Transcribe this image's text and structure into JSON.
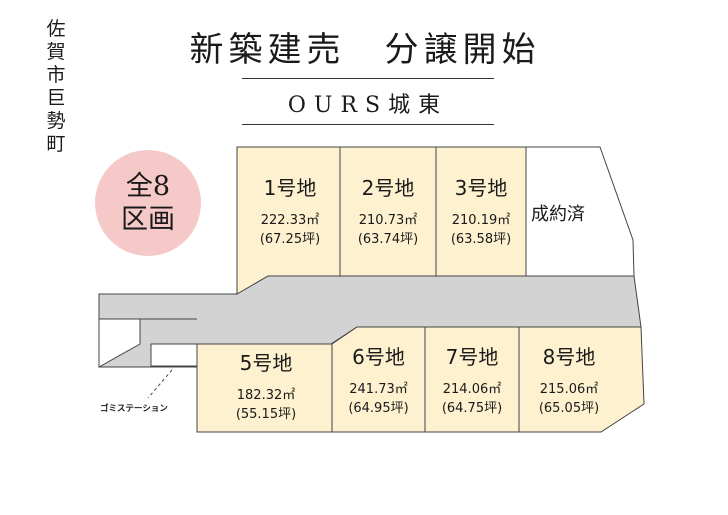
{
  "location": [
    "佐",
    "賀",
    "市",
    "巨",
    "勢",
    "町"
  ],
  "title": "新築建売　分譲開始",
  "subtitle": "OURS城東",
  "badge": {
    "line1": "全8",
    "line2": "区画",
    "color": "#f6c9c9"
  },
  "colors": {
    "lot_fill": "#fdf1cf",
    "road_fill": "#d3d3d3",
    "line": "#444444"
  },
  "lots": [
    {
      "name": "1号地",
      "area": "222.33㎡",
      "tsubo": "(67.25坪)"
    },
    {
      "name": "2号地",
      "area": "210.73㎡",
      "tsubo": "(63.74坪)"
    },
    {
      "name": "3号地",
      "area": "210.19㎡",
      "tsubo": "(63.58坪)"
    },
    {
      "name": "5号地",
      "area": "182.32㎡",
      "tsubo": "(55.15坪)"
    },
    {
      "name": "6号地",
      "area": "241.73㎡",
      "tsubo": "(64.95坪)"
    },
    {
      "name": "7号地",
      "area": "214.06㎡",
      "tsubo": "(64.75坪)"
    },
    {
      "name": "8号地",
      "area": "215.06㎡",
      "tsubo": "(65.05坪)"
    }
  ],
  "sold_label": "成約済",
  "garbage_label": "ゴミステーション"
}
